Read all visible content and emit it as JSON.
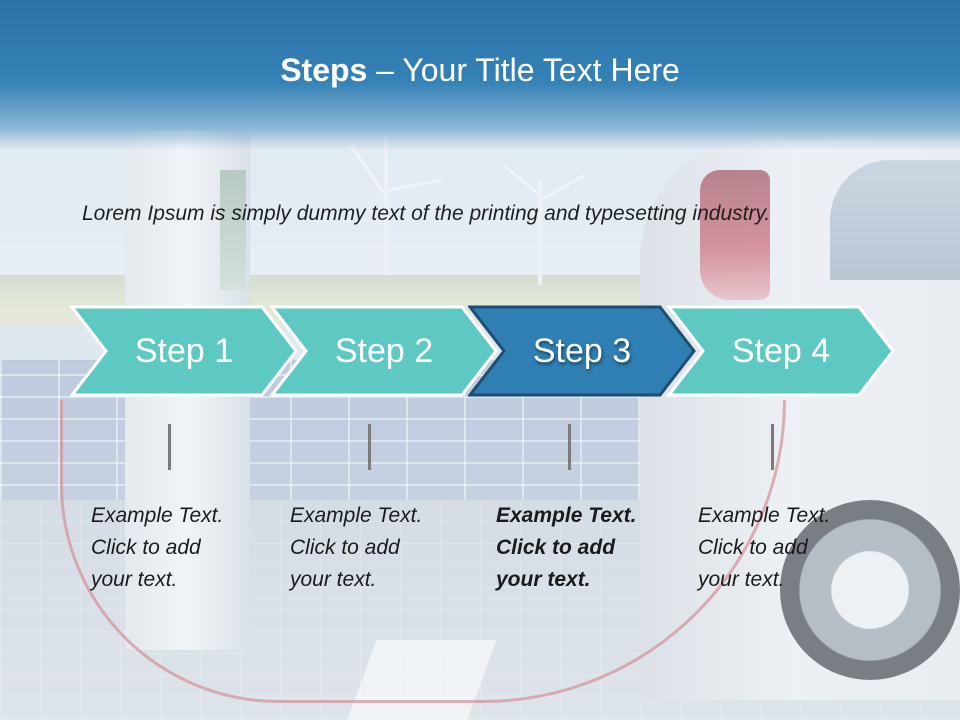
{
  "title": {
    "bold_part": "Steps",
    "rest": " – Your Title Text Here"
  },
  "intro_text": "Lorem Ipsum is simply dummy text of the printing and typesetting industry.",
  "colors": {
    "header": "#2b72a7",
    "step_fill": "#5ec8c2",
    "step_active_fill": "#2f7fb5",
    "step_border": "#ffffff",
    "step_active_border": "#1e4f73",
    "connector": "#7b7b7b"
  },
  "steps": [
    {
      "label": "Step 1",
      "active": false,
      "text": [
        "Example Text.",
        "Click  to add",
        "your text."
      ]
    },
    {
      "label": "Step 2",
      "active": false,
      "text": [
        "Example Text.",
        "Click  to add",
        "your text."
      ]
    },
    {
      "label": "Step 3",
      "active": true,
      "text": [
        "Example Text.",
        "Click  to add",
        "your text."
      ]
    },
    {
      "label": "Step 4",
      "active": false,
      "text": [
        "Example Text.",
        "Click  to add",
        "your text."
      ]
    }
  ]
}
